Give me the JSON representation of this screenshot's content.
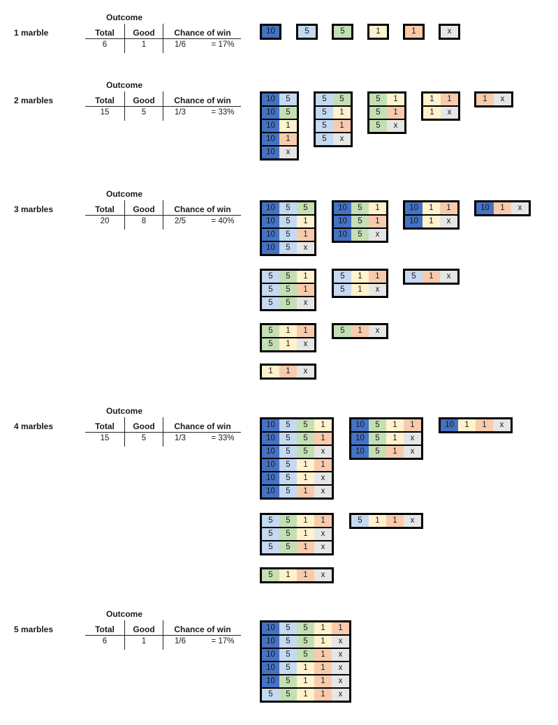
{
  "colors": {
    "ten": "#4472c4",
    "five_blue": "#c5d9f1",
    "five_green": "#c4dfb4",
    "one_yellow": "#fff2cc",
    "one_orange": "#f8cbad",
    "x": "#e6e6e6"
  },
  "sections": [
    {
      "label": "1 marble",
      "outcome_title": "Outcome",
      "headers": {
        "total": "Total",
        "good": "Good",
        "chance": "Chance of win"
      },
      "values": {
        "total": "6",
        "good": "1",
        "fraction": "1/6",
        "percent": "= 17%"
      },
      "groups": [
        [
          [
            {
              "t": "10",
              "c": "ten"
            }
          ]
        ],
        [
          [
            {
              "t": "5",
              "c": "five_blue"
            }
          ]
        ],
        [
          [
            {
              "t": "5",
              "c": "five_green"
            }
          ]
        ],
        [
          [
            {
              "t": "1",
              "c": "one_yellow"
            }
          ]
        ],
        [
          [
            {
              "t": "1",
              "c": "one_orange"
            }
          ]
        ],
        [
          [
            {
              "t": "x",
              "c": "x"
            }
          ]
        ]
      ]
    },
    {
      "label": "2 marbles",
      "outcome_title": "Outcome",
      "headers": {
        "total": "Total",
        "good": "Good",
        "chance": "Chance of win"
      },
      "values": {
        "total": "15",
        "good": "5",
        "fraction": "1/3",
        "percent": "= 33%"
      },
      "groups": [
        [
          [
            {
              "t": "10",
              "c": "ten"
            },
            {
              "t": "5",
              "c": "five_blue"
            }
          ],
          [
            {
              "t": "10",
              "c": "ten"
            },
            {
              "t": "5",
              "c": "five_green"
            }
          ],
          [
            {
              "t": "10",
              "c": "ten"
            },
            {
              "t": "1",
              "c": "one_yellow"
            }
          ],
          [
            {
              "t": "10",
              "c": "ten"
            },
            {
              "t": "1",
              "c": "one_orange"
            }
          ],
          [
            {
              "t": "10",
              "c": "ten"
            },
            {
              "t": "x",
              "c": "x"
            }
          ]
        ],
        [
          [
            {
              "t": "5",
              "c": "five_blue"
            },
            {
              "t": "5",
              "c": "five_green"
            }
          ],
          [
            {
              "t": "5",
              "c": "five_blue"
            },
            {
              "t": "1",
              "c": "one_yellow"
            }
          ],
          [
            {
              "t": "5",
              "c": "five_blue"
            },
            {
              "t": "1",
              "c": "one_orange"
            }
          ],
          [
            {
              "t": "5",
              "c": "five_blue"
            },
            {
              "t": "x",
              "c": "x"
            }
          ]
        ],
        [
          [
            {
              "t": "5",
              "c": "five_green"
            },
            {
              "t": "1",
              "c": "one_yellow"
            }
          ],
          [
            {
              "t": "5",
              "c": "five_green"
            },
            {
              "t": "1",
              "c": "one_orange"
            }
          ],
          [
            {
              "t": "5",
              "c": "five_green"
            },
            {
              "t": "x",
              "c": "x"
            }
          ]
        ],
        [
          [
            {
              "t": "1",
              "c": "one_yellow"
            },
            {
              "t": "1",
              "c": "one_orange"
            }
          ],
          [
            {
              "t": "1",
              "c": "one_yellow"
            },
            {
              "t": "x",
              "c": "x"
            }
          ]
        ],
        [
          [
            {
              "t": "1",
              "c": "one_orange"
            },
            {
              "t": "x",
              "c": "x"
            }
          ]
        ]
      ]
    },
    {
      "label": "3 marbles",
      "outcome_title": "Outcome",
      "headers": {
        "total": "Total",
        "good": "Good",
        "chance": "Chance of win"
      },
      "values": {
        "total": "20",
        "good": "8",
        "fraction": "2/5",
        "percent": "= 40%"
      },
      "groups": [
        [
          [
            {
              "t": "10",
              "c": "ten"
            },
            {
              "t": "5",
              "c": "five_blue"
            },
            {
              "t": "5",
              "c": "five_green"
            }
          ],
          [
            {
              "t": "10",
              "c": "ten"
            },
            {
              "t": "5",
              "c": "five_blue"
            },
            {
              "t": "1",
              "c": "one_yellow"
            }
          ],
          [
            {
              "t": "10",
              "c": "ten"
            },
            {
              "t": "5",
              "c": "five_blue"
            },
            {
              "t": "1",
              "c": "one_orange"
            }
          ],
          [
            {
              "t": "10",
              "c": "ten"
            },
            {
              "t": "5",
              "c": "five_blue"
            },
            {
              "t": "x",
              "c": "x"
            }
          ]
        ],
        [
          [
            {
              "t": "10",
              "c": "ten"
            },
            {
              "t": "5",
              "c": "five_green"
            },
            {
              "t": "1",
              "c": "one_yellow"
            }
          ],
          [
            {
              "t": "10",
              "c": "ten"
            },
            {
              "t": "5",
              "c": "five_green"
            },
            {
              "t": "1",
              "c": "one_orange"
            }
          ],
          [
            {
              "t": "10",
              "c": "ten"
            },
            {
              "t": "5",
              "c": "five_green"
            },
            {
              "t": "x",
              "c": "x"
            }
          ]
        ],
        [
          [
            {
              "t": "10",
              "c": "ten"
            },
            {
              "t": "1",
              "c": "one_yellow"
            },
            {
              "t": "1",
              "c": "one_orange"
            }
          ],
          [
            {
              "t": "10",
              "c": "ten"
            },
            {
              "t": "1",
              "c": "one_yellow"
            },
            {
              "t": "x",
              "c": "x"
            }
          ]
        ],
        [
          [
            {
              "t": "10",
              "c": "ten"
            },
            {
              "t": "1",
              "c": "one_orange"
            },
            {
              "t": "x",
              "c": "x"
            }
          ]
        ],
        [
          [
            {
              "t": "5",
              "c": "five_blue"
            },
            {
              "t": "5",
              "c": "five_green"
            },
            {
              "t": "1",
              "c": "one_yellow"
            }
          ],
          [
            {
              "t": "5",
              "c": "five_blue"
            },
            {
              "t": "5",
              "c": "five_green"
            },
            {
              "t": "1",
              "c": "one_orange"
            }
          ],
          [
            {
              "t": "5",
              "c": "five_blue"
            },
            {
              "t": "5",
              "c": "five_green"
            },
            {
              "t": "x",
              "c": "x"
            }
          ]
        ],
        [
          [
            {
              "t": "5",
              "c": "five_blue"
            },
            {
              "t": "1",
              "c": "one_yellow"
            },
            {
              "t": "1",
              "c": "one_orange"
            }
          ],
          [
            {
              "t": "5",
              "c": "five_blue"
            },
            {
              "t": "1",
              "c": "one_yellow"
            },
            {
              "t": "x",
              "c": "x"
            }
          ]
        ],
        [
          [
            {
              "t": "5",
              "c": "five_blue"
            },
            {
              "t": "1",
              "c": "one_orange"
            },
            {
              "t": "x",
              "c": "x"
            }
          ]
        ],
        [
          [
            {
              "t": "5",
              "c": "five_green"
            },
            {
              "t": "1",
              "c": "one_yellow"
            },
            {
              "t": "1",
              "c": "one_orange"
            }
          ],
          [
            {
              "t": "5",
              "c": "five_green"
            },
            {
              "t": "1",
              "c": "one_yellow"
            },
            {
              "t": "x",
              "c": "x"
            }
          ]
        ],
        [
          [
            {
              "t": "5",
              "c": "five_green"
            },
            {
              "t": "1",
              "c": "one_orange"
            },
            {
              "t": "x",
              "c": "x"
            }
          ]
        ],
        [
          [
            {
              "t": "1",
              "c": "one_yellow"
            },
            {
              "t": "1",
              "c": "one_orange"
            },
            {
              "t": "x",
              "c": "x"
            }
          ]
        ]
      ]
    },
    {
      "label": "4 marbles",
      "outcome_title": "Outcome",
      "headers": {
        "total": "Total",
        "good": "Good",
        "chance": "Chance of win"
      },
      "values": {
        "total": "15",
        "good": "5",
        "fraction": "1/3",
        "percent": "= 33%"
      },
      "groups": [
        [
          [
            {
              "t": "10",
              "c": "ten"
            },
            {
              "t": "5",
              "c": "five_blue"
            },
            {
              "t": "5",
              "c": "five_green"
            },
            {
              "t": "1",
              "c": "one_yellow"
            }
          ],
          [
            {
              "t": "10",
              "c": "ten"
            },
            {
              "t": "5",
              "c": "five_blue"
            },
            {
              "t": "5",
              "c": "five_green"
            },
            {
              "t": "1",
              "c": "one_orange"
            }
          ],
          [
            {
              "t": "10",
              "c": "ten"
            },
            {
              "t": "5",
              "c": "five_blue"
            },
            {
              "t": "5",
              "c": "five_green"
            },
            {
              "t": "x",
              "c": "x"
            }
          ],
          [
            {
              "t": "10",
              "c": "ten"
            },
            {
              "t": "5",
              "c": "five_blue"
            },
            {
              "t": "1",
              "c": "one_yellow"
            },
            {
              "t": "1",
              "c": "one_orange"
            }
          ],
          [
            {
              "t": "10",
              "c": "ten"
            },
            {
              "t": "5",
              "c": "five_blue"
            },
            {
              "t": "1",
              "c": "one_yellow"
            },
            {
              "t": "x",
              "c": "x"
            }
          ],
          [
            {
              "t": "10",
              "c": "ten"
            },
            {
              "t": "5",
              "c": "five_blue"
            },
            {
              "t": "1",
              "c": "one_orange"
            },
            {
              "t": "x",
              "c": "x"
            }
          ]
        ],
        [
          [
            {
              "t": "10",
              "c": "ten"
            },
            {
              "t": "5",
              "c": "five_green"
            },
            {
              "t": "1",
              "c": "one_yellow"
            },
            {
              "t": "1",
              "c": "one_orange"
            }
          ],
          [
            {
              "t": "10",
              "c": "ten"
            },
            {
              "t": "5",
              "c": "five_green"
            },
            {
              "t": "1",
              "c": "one_yellow"
            },
            {
              "t": "x",
              "c": "x"
            }
          ],
          [
            {
              "t": "10",
              "c": "ten"
            },
            {
              "t": "5",
              "c": "five_green"
            },
            {
              "t": "1",
              "c": "one_orange"
            },
            {
              "t": "x",
              "c": "x"
            }
          ]
        ],
        [
          [
            {
              "t": "10",
              "c": "ten"
            },
            {
              "t": "1",
              "c": "one_yellow"
            },
            {
              "t": "1",
              "c": "one_orange"
            },
            {
              "t": "x",
              "c": "x"
            }
          ]
        ],
        [
          [
            {
              "t": "5",
              "c": "five_blue"
            },
            {
              "t": "5",
              "c": "five_green"
            },
            {
              "t": "1",
              "c": "one_yellow"
            },
            {
              "t": "1",
              "c": "one_orange"
            }
          ],
          [
            {
              "t": "5",
              "c": "five_blue"
            },
            {
              "t": "5",
              "c": "five_green"
            },
            {
              "t": "1",
              "c": "one_yellow"
            },
            {
              "t": "x",
              "c": "x"
            }
          ],
          [
            {
              "t": "5",
              "c": "five_blue"
            },
            {
              "t": "5",
              "c": "five_green"
            },
            {
              "t": "1",
              "c": "one_orange"
            },
            {
              "t": "x",
              "c": "x"
            }
          ]
        ],
        [
          [
            {
              "t": "5",
              "c": "five_blue"
            },
            {
              "t": "1",
              "c": "one_yellow"
            },
            {
              "t": "1",
              "c": "one_orange"
            },
            {
              "t": "x",
              "c": "x"
            }
          ]
        ],
        [
          [
            {
              "t": "5",
              "c": "five_green"
            },
            {
              "t": "1",
              "c": "one_yellow"
            },
            {
              "t": "1",
              "c": "one_orange"
            },
            {
              "t": "x",
              "c": "x"
            }
          ]
        ]
      ]
    },
    {
      "label": "5 marbles",
      "outcome_title": "Outcome",
      "headers": {
        "total": "Total",
        "good": "Good",
        "chance": "Chance of win"
      },
      "values": {
        "total": "6",
        "good": "1",
        "fraction": "1/6",
        "percent": "= 17%"
      },
      "groups": [
        [
          [
            {
              "t": "10",
              "c": "ten"
            },
            {
              "t": "5",
              "c": "five_blue"
            },
            {
              "t": "5",
              "c": "five_green"
            },
            {
              "t": "1",
              "c": "one_yellow"
            },
            {
              "t": "1",
              "c": "one_orange"
            }
          ],
          [
            {
              "t": "10",
              "c": "ten"
            },
            {
              "t": "5",
              "c": "five_blue"
            },
            {
              "t": "5",
              "c": "five_green"
            },
            {
              "t": "1",
              "c": "one_yellow"
            },
            {
              "t": "x",
              "c": "x"
            }
          ],
          [
            {
              "t": "10",
              "c": "ten"
            },
            {
              "t": "5",
              "c": "five_blue"
            },
            {
              "t": "5",
              "c": "five_green"
            },
            {
              "t": "1",
              "c": "one_orange"
            },
            {
              "t": "x",
              "c": "x"
            }
          ],
          [
            {
              "t": "10",
              "c": "ten"
            },
            {
              "t": "5",
              "c": "five_blue"
            },
            {
              "t": "1",
              "c": "one_yellow"
            },
            {
              "t": "1",
              "c": "one_orange"
            },
            {
              "t": "x",
              "c": "x"
            }
          ],
          [
            {
              "t": "10",
              "c": "ten"
            },
            {
              "t": "5",
              "c": "five_green"
            },
            {
              "t": "1",
              "c": "one_yellow"
            },
            {
              "t": "1",
              "c": "one_orange"
            },
            {
              "t": "x",
              "c": "x"
            }
          ],
          [
            {
              "t": "5",
              "c": "five_blue"
            },
            {
              "t": "5",
              "c": "five_green"
            },
            {
              "t": "1",
              "c": "one_yellow"
            },
            {
              "t": "1",
              "c": "one_orange"
            },
            {
              "t": "x",
              "c": "x"
            }
          ]
        ]
      ]
    }
  ]
}
